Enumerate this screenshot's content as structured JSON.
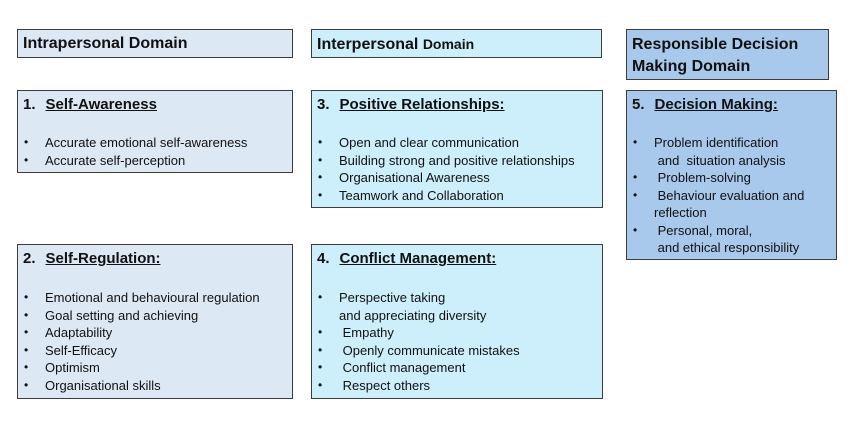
{
  "domains": [
    {
      "title": "Intrapersonal Domain"
    },
    {
      "title_main": "Interpersonal",
      "title_suffix": "Domain"
    },
    {
      "title_line1": "Responsible Decision",
      "title_line2": "Making Domain"
    }
  ],
  "cards": [
    {
      "number": "1.",
      "title": "Self-Awareness",
      "items": [
        "Accurate emotional self-awareness",
        "Accurate self-perception"
      ]
    },
    {
      "number": "2.",
      "title": "Self-Regulation:",
      "items": [
        "Emotional and behavioural regulation",
        "Goal setting and achieving",
        "Adaptability",
        "Self-Efficacy",
        "Optimism",
        "Organisational skills"
      ]
    },
    {
      "number": "3.",
      "title": "Positive Relationships:",
      "items": [
        "Open and clear communication",
        "Building strong and positive relationships",
        "Organisational Awareness",
        "Teamwork and Collaboration"
      ]
    },
    {
      "number": "4.",
      "title": "Conflict Management:",
      "items": [
        [
          "Perspective taking",
          "and appreciating  diversity"
        ],
        " Empathy",
        " Openly communicate mistakes",
        " Conflict management",
        " Respect others"
      ]
    },
    {
      "number": "5.",
      "title": "Decision Making:",
      "items": [
        [
          "Problem identification",
          " and  situation analysis"
        ],
        " Problem-solving",
        [
          " Behaviour evaluation and",
          "reflection"
        ],
        [
          " Personal, moral,",
          " and ethical responsibility"
        ]
      ]
    }
  ]
}
